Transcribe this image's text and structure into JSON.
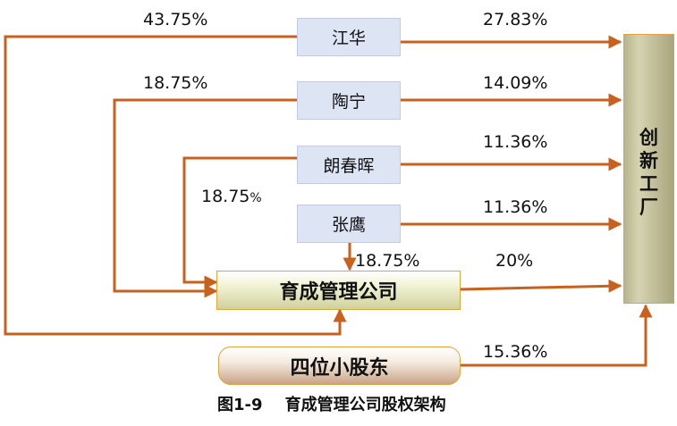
{
  "colors": {
    "arrow": "#c8601e",
    "person_fill": "#dde4f4",
    "box_border": "#e0a43a"
  },
  "entities": {
    "jianghua": "江华",
    "taoning": "陶宁",
    "langchunhui": "朗春晖",
    "zhangying": "张鹰",
    "yucheng": "育成管理公司",
    "four_small": "四位小股东",
    "chuangxin": [
      "创",
      "新",
      "工",
      "厂"
    ]
  },
  "percentages": {
    "jianghua_to_yucheng": "43.75%",
    "taoning_to_yucheng": "18.75%",
    "langchunhui_to_yucheng_number": "18.75",
    "langchunhui_to_yucheng_unit": "%",
    "zhangying_to_yucheng": "18.75%",
    "jianghua_to_chuangxin": "27.83%",
    "taoning_to_chuangxin": "14.09%",
    "langchunhui_to_chuangxin": "11.36%",
    "zhangying_to_chuangxin": "11.36%",
    "yucheng_to_chuangxin": "20%",
    "four_small_to_chuangxin": "15.36%"
  },
  "caption": "图1-9    育成管理公司股权架构"
}
